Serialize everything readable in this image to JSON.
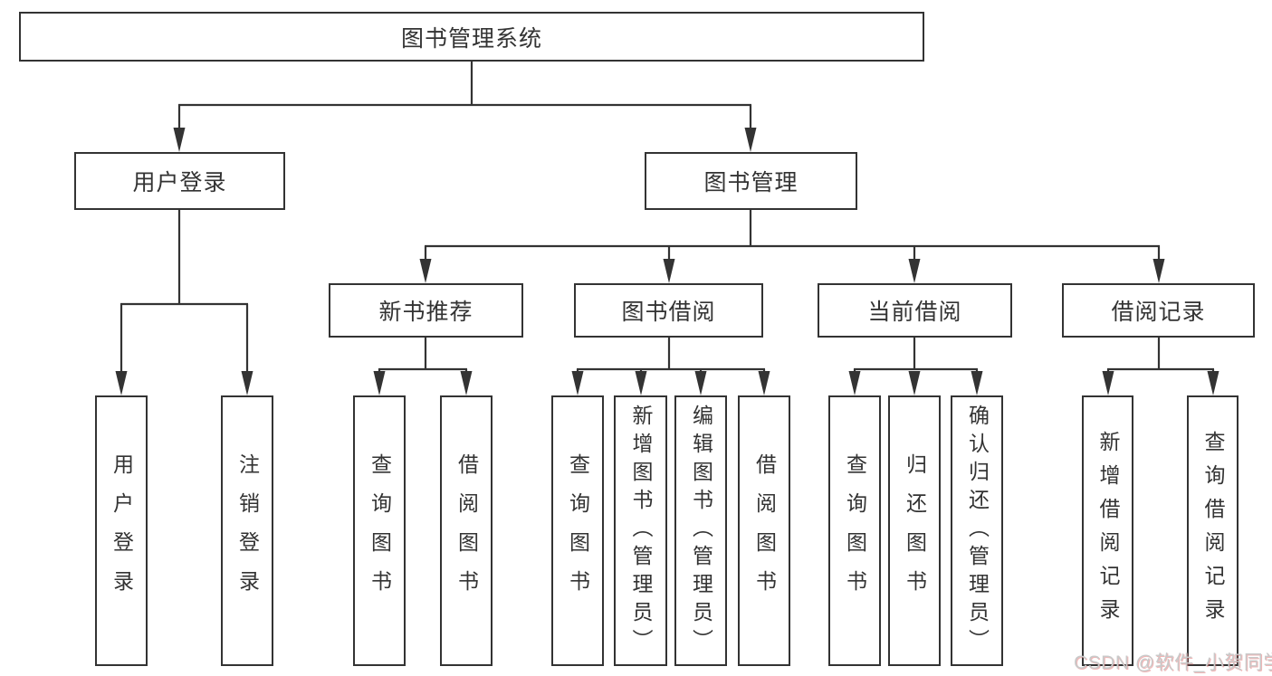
{
  "diagram": {
    "root_label": "图书管理系统",
    "level2": {
      "user_login": "用户登录",
      "book_management": "图书管理"
    },
    "level3": {
      "new_books": "新书推荐",
      "borrowing": "图书借阅",
      "current": "当前借阅",
      "records": "借阅记录"
    },
    "leaves": {
      "user_login": [
        "用户登录",
        "注销登录"
      ],
      "new_books": [
        "查询图书",
        "借阅图书"
      ],
      "borrowing": [
        "查询图书",
        "新增图书（管理员）",
        "编辑图书（管理员）",
        "借阅图书"
      ],
      "current": [
        "查询图书",
        "归还图书",
        "确认归还（管理员）"
      ],
      "records": [
        "新增借阅记录",
        "查询借阅记录"
      ]
    },
    "watermark": "CSDN @软件_小贺同学",
    "colors": {
      "line": "#333333",
      "text": "#333333",
      "background": "#ffffff",
      "watermark": "#c9c9c9",
      "watermark_accent": "#e06060"
    }
  }
}
